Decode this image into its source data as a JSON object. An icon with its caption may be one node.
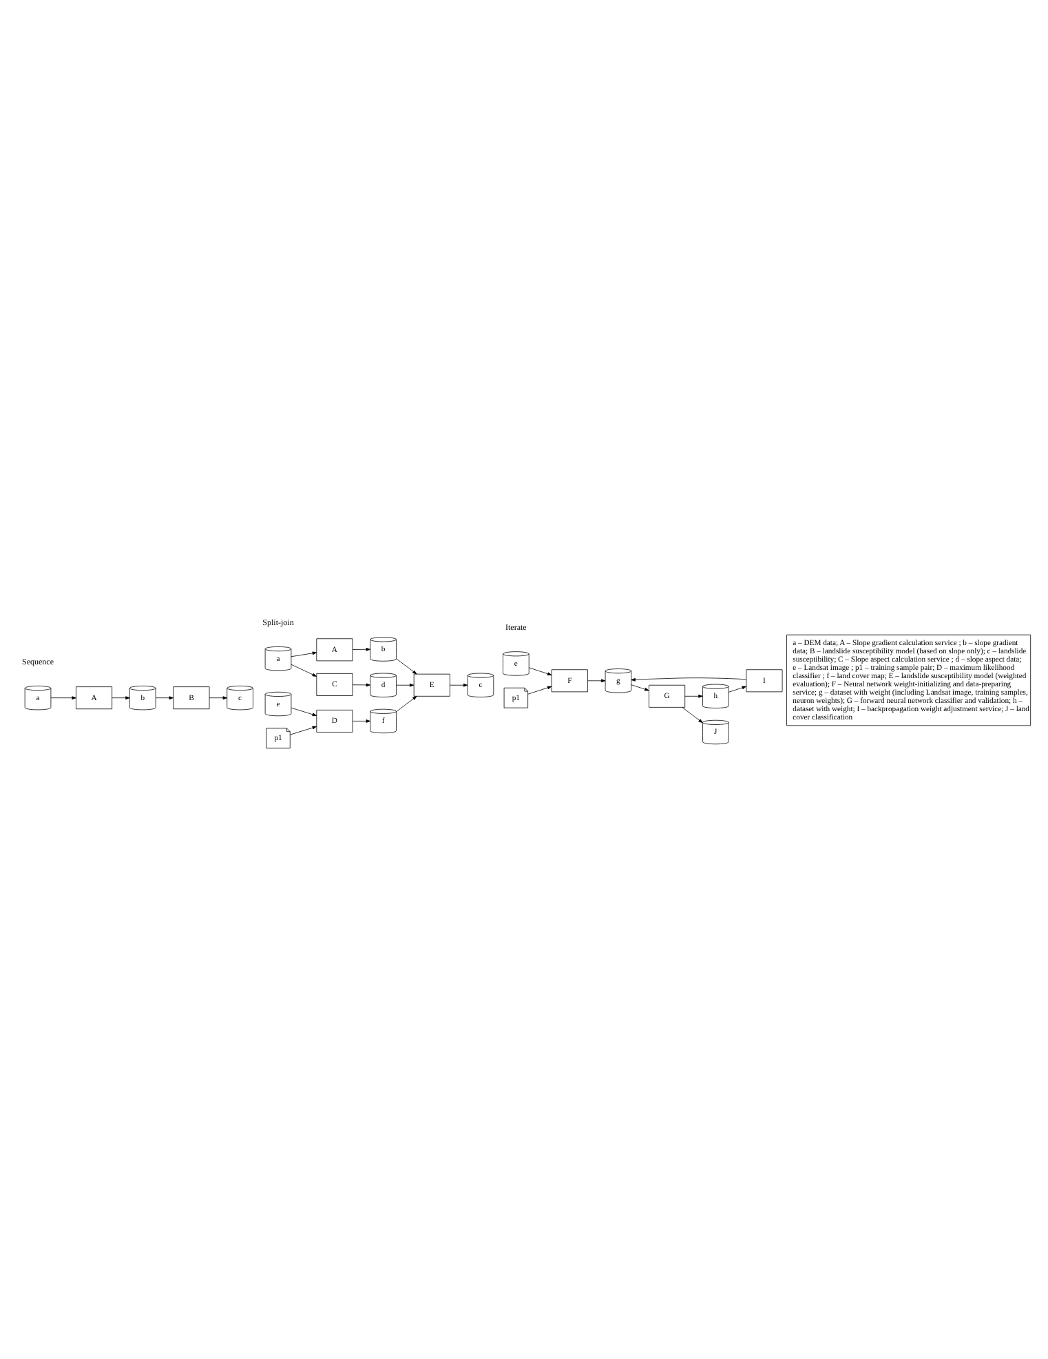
{
  "diagram": {
    "nodes": [
      {
        "text": [
          "a"
        ]
      },
      {
        "text": [
          "A"
        ]
      },
      {
        "text": [
          "b"
        ]
      },
      {
        "text": [
          "B"
        ]
      },
      {
        "text": [
          "c"
        ]
      },
      {
        "text": [
          "a"
        ]
      },
      {
        "text": [
          "A"
        ]
      },
      {
        "text": [
          "b"
        ]
      },
      {
        "text": [
          "C"
        ]
      },
      {
        "text": [
          "d"
        ]
      },
      {
        "text": [
          "E"
        ]
      },
      {
        "text": [
          "c"
        ]
      },
      {
        "text": [
          "e"
        ]
      },
      {
        "text": [
          "D"
        ]
      },
      {
        "text": [
          "f"
        ]
      },
      {
        "text": [
          "p1"
        ]
      },
      {
        "text": [
          "I"
        ]
      },
      {
        "text": [
          "h"
        ]
      },
      {
        "text": [
          "e"
        ]
      },
      {
        "text": [
          "F"
        ]
      },
      {
        "text": [
          "g"
        ]
      },
      {
        "text": [
          "G"
        ]
      },
      {
        "text": [
          "J"
        ]
      },
      {
        "text": [
          "p1"
        ]
      },
      {
        "text": [
          "a – DEM data; A – Slope gradient calculation service ; b – slope gradient data; B – landslide susceptibility model (based on slope only); c – landslide susceptibility; C – Slope aspect calculation service ; d – slope aspect data; e – Landsat image ; p1 – training sample pair; D – maximum likelihood classifier ; f – land cover map; E – landslide susceptibility model (weighted evaluation); F – Neural network weight-initializing and data-preparing service; g – dataset with weight (including Landsat image, training samples, neuron weights); G – forward neural network classifier and validation; h – dataset with weight; I – backpropagation weight adjustment service; J – land cover classification"
        ]
      }
    ],
    "edges": [
      {
        "from": 0,
        "to": 1,
        "arrow": "to"
      },
      {
        "from": 1,
        "to": 2,
        "arrow": "to"
      },
      {
        "from": 2,
        "to": 3,
        "arrow": "to"
      },
      {
        "from": 3,
        "to": 4,
        "arrow": "to"
      },
      {
        "from": 5,
        "to": 6,
        "arrow": "to"
      },
      {
        "from": 5,
        "to": 8,
        "arrow": "to"
      },
      {
        "from": 6,
        "to": 7,
        "arrow": "to"
      },
      {
        "from": 8,
        "to": 9,
        "arrow": "to"
      },
      {
        "from": 7,
        "to": 10,
        "arrow": "to"
      },
      {
        "from": 9,
        "to": 10,
        "arrow": "to"
      },
      {
        "from": 14,
        "to": 10,
        "arrow": "to"
      },
      {
        "from": 10,
        "to": 11,
        "arrow": "to"
      },
      {
        "from": 12,
        "to": 13,
        "arrow": "to"
      },
      {
        "from": 15,
        "to": 13,
        "arrow": "to"
      },
      {
        "from": 13,
        "to": 14,
        "arrow": "to"
      },
      {
        "from": 18,
        "to": 19,
        "arrow": "to"
      },
      {
        "from": 23,
        "to": 19,
        "arrow": "to"
      },
      {
        "from": 19,
        "to": 20,
        "arrow": "to"
      },
      {
        "from": 20,
        "to": 21,
        "arrow": "to"
      },
      {
        "from": 21,
        "to": 17,
        "arrow": "to"
      },
      {
        "from": 17,
        "to": 16,
        "arrow": "to"
      },
      {
        "from": 16,
        "to": 20,
        "arrow": "to"
      },
      {
        "from": 21,
        "to": 22,
        "arrow": "to"
      }
    ],
    "labels": [
      "Sequence",
      "Split-join",
      "Iterate"
    ]
  }
}
